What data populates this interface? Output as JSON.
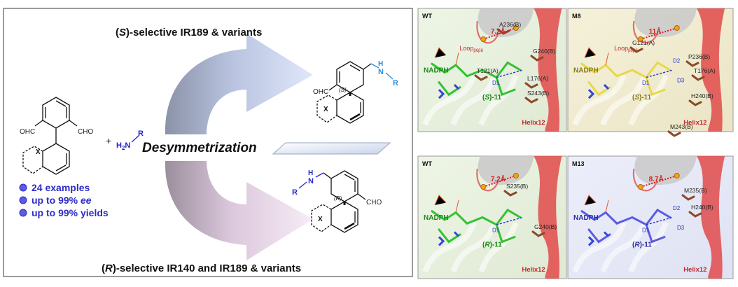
{
  "scheme": {
    "top_selective": {
      "prefix": "(",
      "letter": "S",
      "suffix": ")-selective  IR189 & variants"
    },
    "bottom_selective": {
      "prefix": "(",
      "letter": "R",
      "suffix": ")-selective IR140 and IR189 & variants"
    },
    "center_label": "Desymmetrization",
    "plus": "+",
    "amine": {
      "h": "H",
      "two": "2",
      "n": "N",
      "r": "R"
    },
    "substrate": {
      "cho_left": "OHC",
      "cho_right": "CHO",
      "x": "X"
    },
    "product_s": {
      "cho": "OHC",
      "stereo": "(S)",
      "x": "X",
      "nh": "N",
      "h": "H",
      "r": "R"
    },
    "product_r": {
      "cho": "CHO",
      "stereo": "(R)",
      "x": "X",
      "nh": "N",
      "h": "H",
      "r": "R"
    },
    "bullets": [
      {
        "text": "24 examples"
      },
      {
        "pre": "up to 99% ",
        "em": "ee"
      },
      {
        "text": "up to 99% yields"
      }
    ]
  },
  "panels": [
    {
      "tag": "WT",
      "loop": "Loop",
      "loop_sub": "β6β6",
      "distance": "7.2Å",
      "nadph": "NADPH",
      "ligand": {
        "pre": "(",
        "letter": "S",
        "post": ")-11"
      },
      "d": [
        "D1"
      ],
      "residues": [
        "A236(B)",
        "T121(A)",
        "G240(B)",
        "L176(A)",
        "S243(B)"
      ],
      "helix": "Helix12"
    },
    {
      "tag": "M8",
      "loop": "Loop",
      "loop_sub": "β6β6",
      "distance": "11Å",
      "nadph": "NADPH",
      "ligand": {
        "pre": "(",
        "letter": "S",
        "post": ")-11"
      },
      "d": [
        "D1",
        "D2",
        "D3"
      ],
      "residues": [
        "G121(A)",
        "P236(B)",
        "T176(A)",
        "H240(B)",
        "M243(B)"
      ],
      "helix": "Helix12"
    },
    {
      "tag": "WT",
      "distance": "7.2Å",
      "nadph": "NADPH",
      "ligand": {
        "pre": "(",
        "letter": "R",
        "post": ")-11"
      },
      "d": [
        "D1"
      ],
      "residues": [
        "S235(B)",
        "G240(B)"
      ],
      "helix": "Helix12"
    },
    {
      "tag": "M13",
      "distance": "8.7Å",
      "nadph": "NADPH",
      "ligand": {
        "pre": "(",
        "letter": "R",
        "post": ")-11"
      },
      "d": [
        "D1",
        "D2",
        "D3"
      ],
      "residues": [
        "M235(B)",
        "H240(B)"
      ],
      "helix": "Helix12"
    }
  ],
  "colors": {
    "bullet": "#2c2cc8",
    "arrow_top": "#c8d4ef",
    "arrow_bottom": "#eee1f0",
    "ligand_green": "#33c233",
    "ligand_yellow": "#e6d84a",
    "ligand_blue": "#5b5be0",
    "helix": "#e04a4a"
  }
}
